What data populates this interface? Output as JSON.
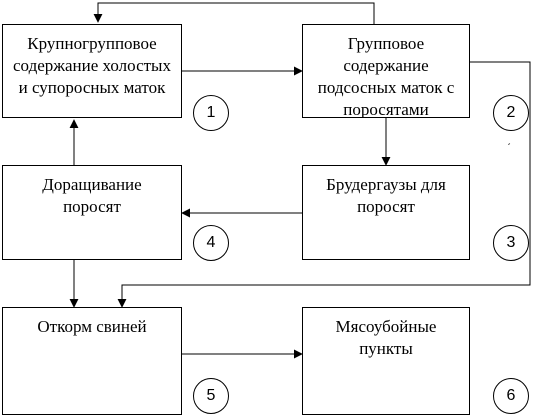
{
  "boxes": {
    "group_housing_dry": "Крупногрупповое содержание холостых и супоросных маток",
    "group_housing_nursing": "Групповое содержание подсосных маток с поросятами",
    "rearing": "Доращивание поросят",
    "brooders": "Брудергаузы для поросят",
    "fattening": "Откорм свиней",
    "slaughterhouses": "Мясоубойные пункты"
  },
  "markers": [
    "1",
    "2",
    "3",
    "4",
    "5",
    "6"
  ],
  "colors": {
    "line": "#000000",
    "background": "#ffffff"
  }
}
